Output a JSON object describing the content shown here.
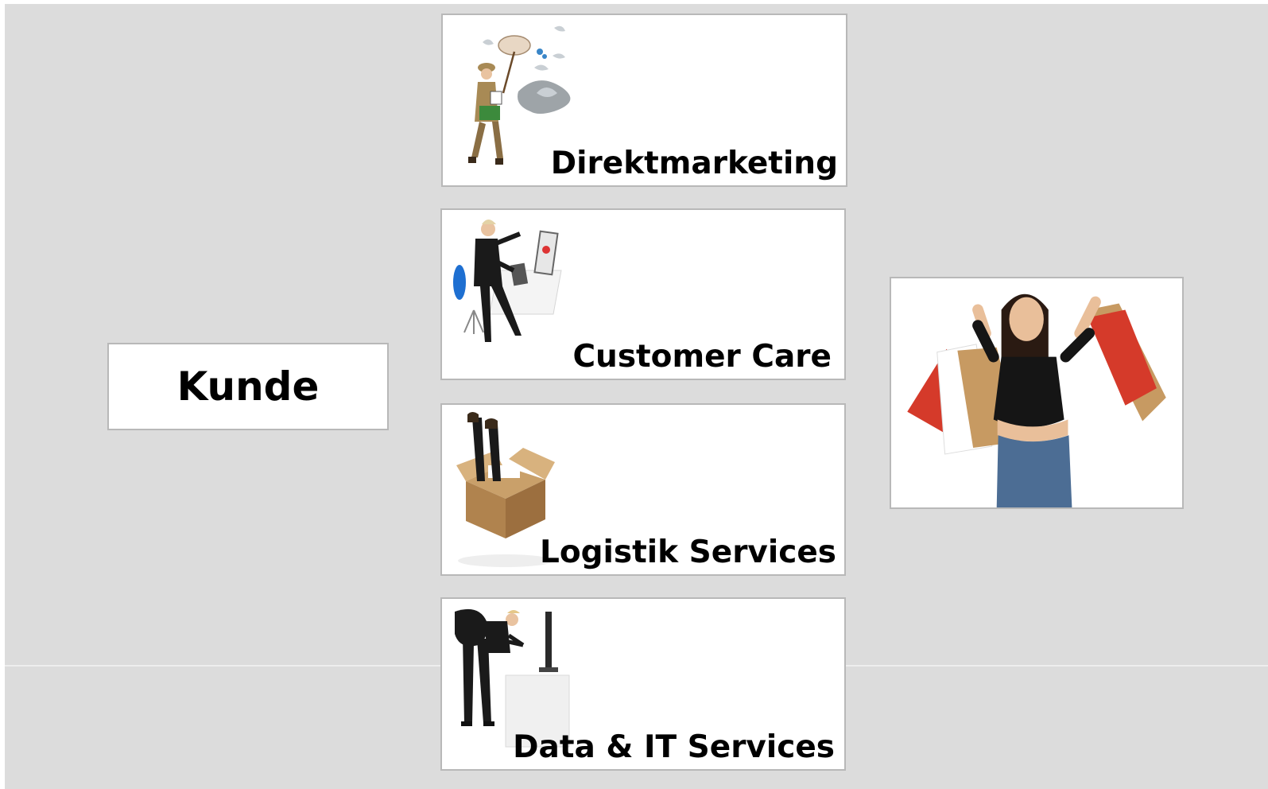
{
  "customer": {
    "label": "Kunde"
  },
  "services": [
    {
      "label": "Direktmarketing",
      "icon": "butterfly-net-explorer-icon"
    },
    {
      "label": "Customer Care",
      "icon": "call-center-agent-icon"
    },
    {
      "label": "Logistik Services",
      "icon": "shipping-box-icon"
    },
    {
      "label": "Data & IT Services",
      "icon": "it-workstation-icon"
    }
  ],
  "shopper": {
    "icon": "shopper-with-bags-icon"
  },
  "colors": {
    "background": "#dcdcdc",
    "panel": "#ffffff",
    "border": "#b8b8b8",
    "text": "#000000"
  }
}
